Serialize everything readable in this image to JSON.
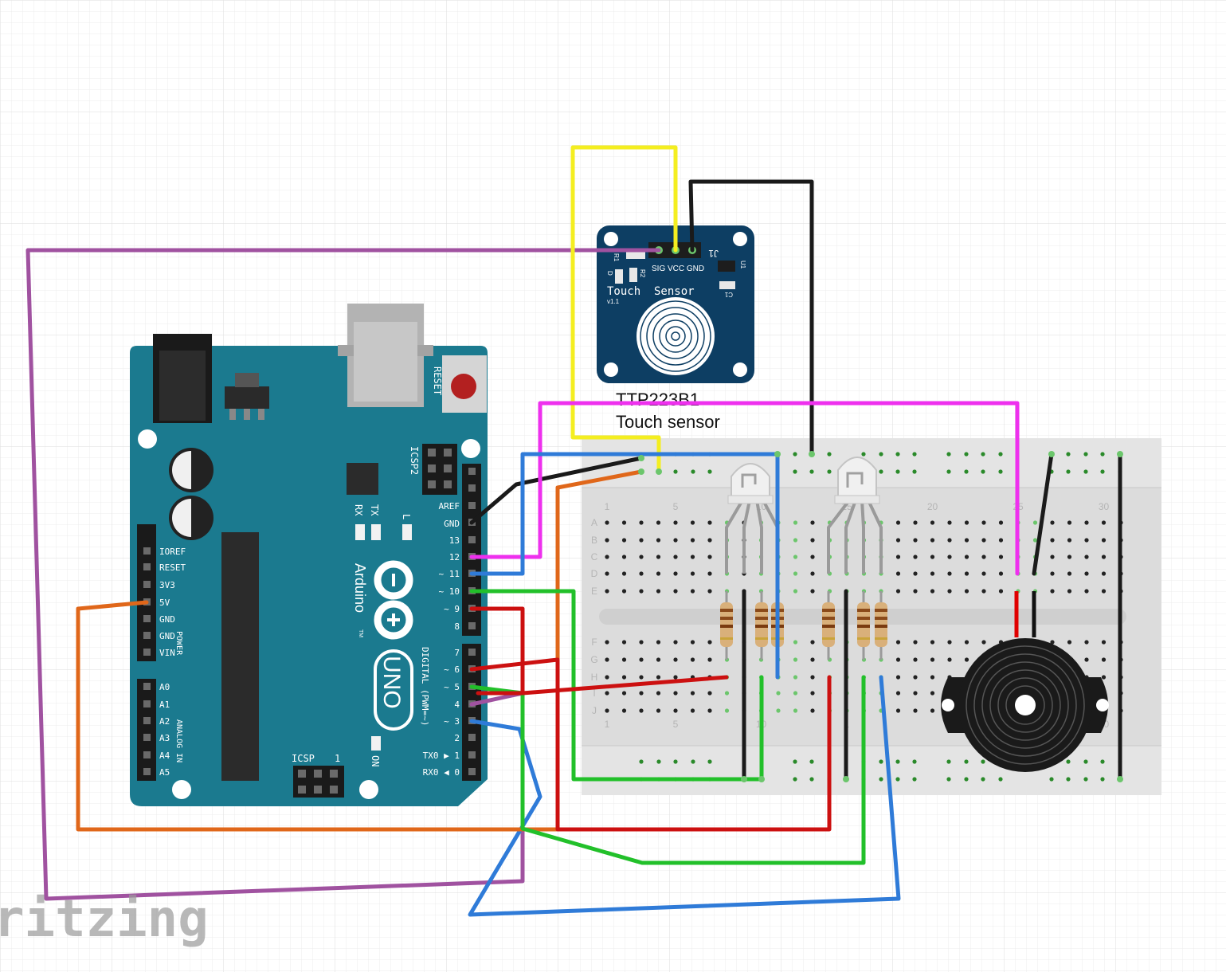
{
  "colors": {
    "arduino": "#1b7a8f",
    "arduino_dark": "#12606f",
    "sensor": "#0d3e63",
    "breadboard": "#dcdcdc",
    "wire_purple": "#a052a0",
    "wire_yellow": "#f4ee20",
    "wire_black": "#1a1a1a",
    "wire_magenta": "#ee30ee",
    "wire_blue": "#2f7bd8",
    "wire_orange": "#e0671a",
    "wire_green": "#22c02a",
    "wire_red": "#cc1010"
  },
  "arduino": {
    "reset": "RESET",
    "icsp2": "ICSP2",
    "icsp": "ICSP",
    "icsp_pin1": "1",
    "tx": "TX",
    "rx": "RX",
    "l": "L",
    "on": "ON",
    "aref": "AREF",
    "gnd": "GND",
    "brand": "Arduino",
    "tm": "TM",
    "uno": "UNO",
    "digital": "DIGITAL (PWM=~)",
    "power": "POWER",
    "analog": "ANALOG IN",
    "power_pins": [
      "IOREF",
      "RESET",
      "3V3",
      "5V",
      "GND",
      "GND",
      "VIN"
    ],
    "analog_pins": [
      "A0",
      "A1",
      "A2",
      "A3",
      "A4",
      "A5"
    ],
    "digital_high": [
      "13",
      "12",
      "~ 11",
      "~ 10",
      "~ 9",
      "8"
    ],
    "digital_low": [
      "7",
      "~ 6",
      "~ 5",
      "4",
      "~ 3",
      "2",
      "TX0 ▶ 1",
      "RX0 ◀ 0"
    ]
  },
  "sensor": {
    "pins": "SIG VCC GND",
    "j1": "J1",
    "r1": "R1",
    "r2": "R2",
    "d": "D",
    "u1": "U1",
    "c1": "C1",
    "title": "Touch  Sensor",
    "version": "v1.1",
    "label_line1": "TTP223B1",
    "label_line2": "Touch sensor"
  },
  "breadboard": {
    "columns_top": [
      "1",
      "5",
      "10",
      "15",
      "20",
      "25",
      "30"
    ],
    "columns_bottom": [
      "1",
      "5",
      "10",
      "1",
      "30"
    ],
    "rows_top": [
      "A",
      "B",
      "C",
      "D",
      "E"
    ],
    "rows_bottom": [
      "F",
      "G",
      "H",
      "I",
      "J"
    ]
  },
  "watermark": "ritzing"
}
